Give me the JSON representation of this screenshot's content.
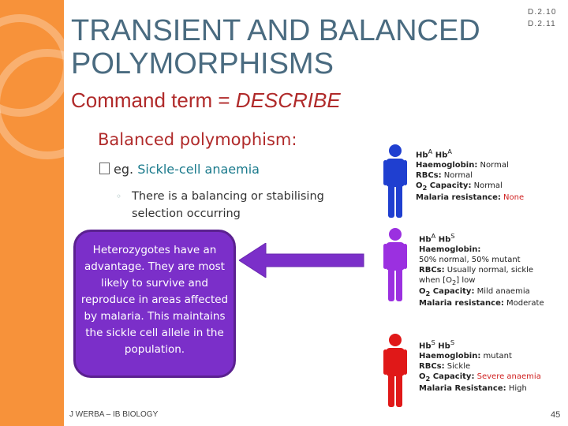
{
  "title": {
    "line1": "TRANSIENT AND BALANCED",
    "line2": "POLYMORPHISMS"
  },
  "refs": [
    "D.2.10",
    "D.2.11"
  ],
  "command": {
    "prefix": "Command term = ",
    "term": "DESCRIBE"
  },
  "section_heading": "Balanced polymophism:",
  "bullet1": {
    "prefix": "eg.",
    "text": "Sickle-cell anaemia"
  },
  "bullet2": "There is a balancing or stabilising selection occurring",
  "callout": "Heterozygotes have an advantage. They are most likely to survive and reproduce in areas affected by malaria. This maintains the sickle cell allele in the population.",
  "genotypes": [
    {
      "color": "#1f3fd0",
      "lines": [
        [
          "Hb",
          "A",
          " Hb",
          "A"
        ],
        [
          "Haemoglobin:",
          " Normal"
        ],
        [
          "RBCs:",
          " Normal"
        ],
        [
          "O",
          "2",
          " Capacity:",
          " Normal"
        ],
        [
          "Malaria resistance:",
          " None"
        ]
      ]
    },
    {
      "color": "#9b30e0",
      "lines": [
        [
          "Hb",
          "A",
          " Hb",
          "S"
        ],
        [
          "Haemoglobin:"
        ],
        [
          "50% normal, 50% mutant"
        ],
        [
          "RBCs:",
          " Usually normal, sickle"
        ],
        [
          "when [O",
          "2",
          "] low"
        ],
        [
          "O",
          "2",
          " Capacity:",
          " Mild anaemia"
        ],
        [
          "Malaria resistance:",
          " Moderate"
        ]
      ]
    },
    {
      "color": "#e01818",
      "lines": [
        [
          "Hb",
          "S",
          " Hb",
          "S"
        ],
        [
          "Haemoglobin:",
          " mutant"
        ],
        [
          "RBCs:",
          " Sickle"
        ],
        [
          "O",
          "2",
          " Capacity:",
          " Severe anaemia"
        ],
        [
          "Malaria Resistance:",
          " High"
        ]
      ]
    }
  ],
  "footer": "J WERBA – IB BIOLOGY",
  "page_number": "45",
  "colors": {
    "sidebar": "#f7923a",
    "title": "#4a6b80",
    "accent_red": "#b02a2a",
    "teal": "#1a7a8c",
    "callout": "#7b2fc9"
  }
}
